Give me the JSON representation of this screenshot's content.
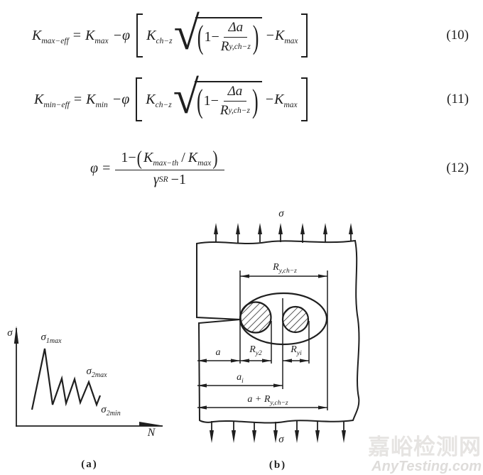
{
  "equations": {
    "eq10": {
      "number": "(10)",
      "lhs_base": "K",
      "lhs_sub": "max−eff",
      "equals": "=",
      "t1_base": "K",
      "t1_sub": "max",
      "minus_phi": "−φ",
      "t2_base": "K",
      "t2_sub": "ch−z",
      "pre": "1−",
      "num": "Δa",
      "den_base": "R",
      "den_sub": "y,ch−z",
      "t3_base": "−K",
      "t3_sub": "max"
    },
    "eq11": {
      "number": "(11)",
      "lhs_base": "K",
      "lhs_sub": "min−eff",
      "equals": "=",
      "t1_base": "K",
      "t1_sub": "min",
      "minus_phi": "−φ",
      "t2_base": "K",
      "t2_sub": "ch−z",
      "pre": "1−",
      "num": "Δa",
      "den_base": "R",
      "den_sub": "y,ch−z",
      "t3_base": "−K",
      "t3_sub": "max"
    },
    "eq12": {
      "number": "(12)",
      "lhs": "φ",
      "equals": "=",
      "num_pre": "1−",
      "num_lparen": "(",
      "k1_base": "K",
      "k1_sub": "max−th",
      "slash": "/",
      "k2_base": "K",
      "k2_sub": "max",
      "num_rparen": ")",
      "den_gamma": "γ",
      "den_gamma_sub": "SR",
      "den_tail": "−1"
    }
  },
  "figure_a": {
    "caption": "(a)",
    "y_axis_label": "σ",
    "x_axis_label": "N",
    "peak1_base": "σ",
    "peak1_sub": "1max",
    "peak2_base": "σ",
    "peak2_sub": "2max",
    "min2_base": "σ",
    "min2_sub": "2min"
  },
  "figure_b": {
    "caption": "(b)",
    "sigma_top": "σ",
    "sigma_bottom": "σ",
    "dim_top_base": "R",
    "dim_top_sub": "y,ch−z",
    "dim_a": "a",
    "dim_ry2_base": "R",
    "dim_ry2_sub": "y2",
    "dim_ryi_base": "R",
    "dim_ryi_sub": "yi",
    "dim_ai_base": "a",
    "dim_ai_sub": "i",
    "dim_total_pre": "a + ",
    "dim_total_base": "R",
    "dim_total_sub": "y,ch−z"
  },
  "watermark": {
    "line1": "嘉峪检测网",
    "line2": "AnyTesting.com"
  }
}
